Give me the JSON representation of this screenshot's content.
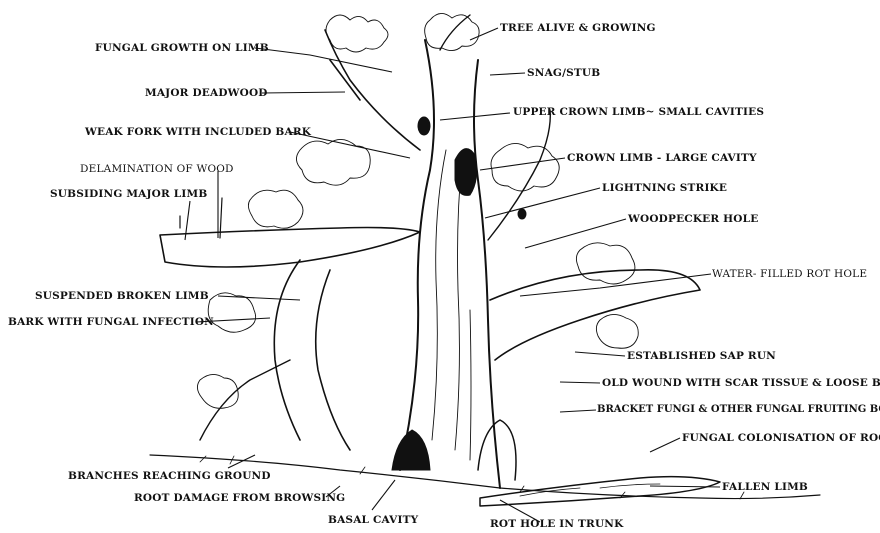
{
  "labels": {
    "fungal_growth": "FUNGAL GROWTH ON LIMB",
    "major_deadwood": "MAJOR DEADWOOD",
    "weak_fork": "WEAK FORK WITH INCLUDED BARK",
    "delamination": "DELAMINATION OF WOOD",
    "subsiding_limb": "SUBSIDING MAJOR LIMB",
    "suspended_limb": "SUSPENDED BROKEN LIMB",
    "bark_fungal": "BARK WITH FUNGAL INFECTION",
    "branches_ground": "BRANCHES REACHING GROUND",
    "root_damage": "ROOT DAMAGE FROM BROWSING",
    "basal_cavity": "BASAL CAVITY",
    "tree_alive": "TREE ALIVE & GROWING",
    "snag_stub": "SNAG/STUB",
    "upper_crown": "UPPER CROWN LIMB~ SMALL CAVITIES",
    "crown_limb": "CROWN LIMB - LARGE CAVITY",
    "lightning": "LIGHTNING STRIKE",
    "woodpecker": "WOODPECKER HOLE",
    "water_rot": "WATER- FILLED ROT HOLE",
    "sap_run": "ESTABLISHED SAP RUN",
    "old_wound": "OLD WOUND WITH SCAR TISSUE & LOOSE BARK",
    "bracket_fungi": "BRACKET FUNGI & OTHER FUNGAL FRUITING BODIES",
    "fungal_root": "FUNGAL COLONISATION OF ROOT",
    "fallen_limb": "FALLEN LIMB",
    "rot_hole": "ROT HOLE IN TRUNK"
  }
}
